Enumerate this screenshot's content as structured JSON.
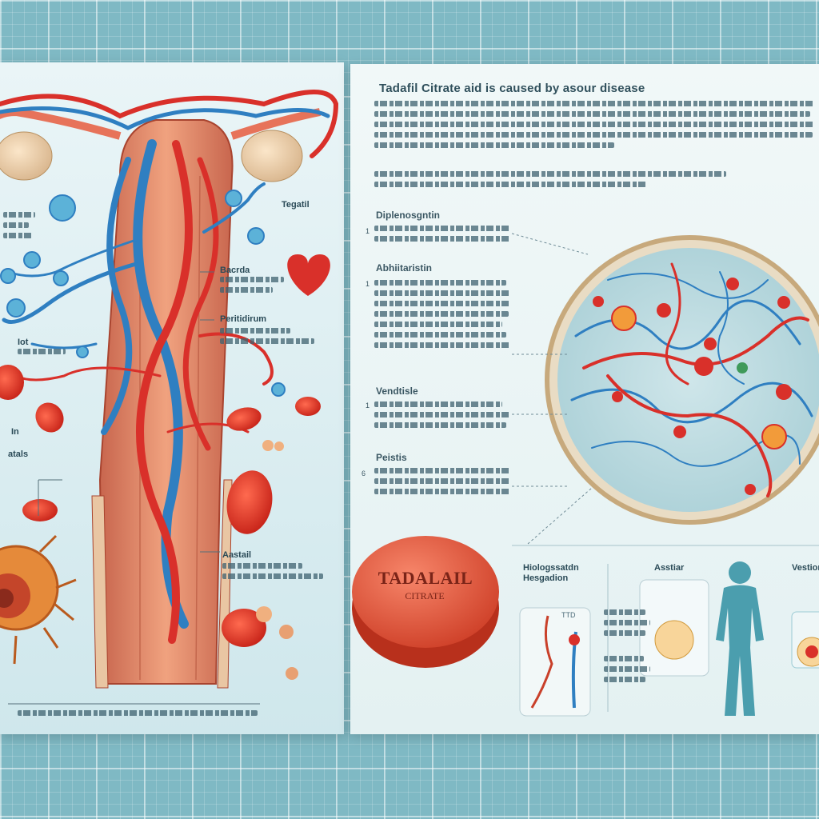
{
  "title": "Tadafil Citrate aid is caused by asour disease",
  "left_labels": {
    "top_right": "Tegatil",
    "bacteria": "Bacrda",
    "peritidirum": "Peritidirum",
    "iot_cell": "Iot",
    "in_label": "In",
    "atals": "atals",
    "aastail": "Aastail"
  },
  "right_sections": [
    {
      "heading": "Diplenosgntin",
      "number": "1"
    },
    {
      "heading": "Abhiitaristin",
      "number": "1"
    },
    {
      "heading": "Vendtisle",
      "number": "1"
    },
    {
      "heading": "Peistis",
      "number": "6"
    }
  ],
  "pill": {
    "brand": "TADALAIL",
    "sub": "CITRATE"
  },
  "bottom_labels": {
    "col1": "Hiologssatdn Hesgadion",
    "col2": "Asstiar",
    "col3": "Vestion",
    "tiny_tag": "TTD"
  },
  "colors": {
    "artery": "#d9302a",
    "vein": "#2f7fc1",
    "pill": "#e65a3f",
    "background": "#7fb9c4"
  }
}
